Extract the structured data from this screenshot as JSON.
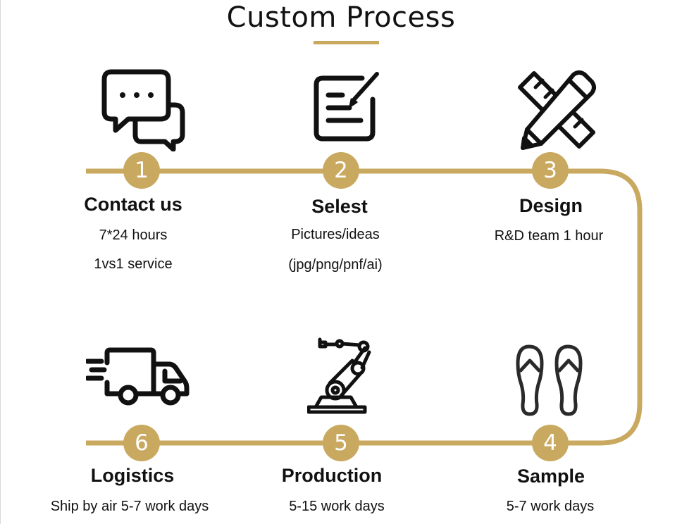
{
  "title": "Custom Process",
  "colors": {
    "accent": "#C9A95F",
    "text": "#111111",
    "icon": "#111111",
    "background": "#ffffff"
  },
  "steps": [
    {
      "number": "1",
      "title": "Contact us",
      "lines": [
        "7*24 hours",
        "1vs1 service"
      ],
      "icon": "chat-bubbles-icon"
    },
    {
      "number": "2",
      "title": "Selest",
      "lines": [
        "Pictures/ideas",
        "(jpg/png/pnf/ai)"
      ],
      "icon": "document-pen-icon"
    },
    {
      "number": "3",
      "title": "Design",
      "lines": [
        "R&D team 1 hour"
      ],
      "icon": "pencil-ruler-icon"
    },
    {
      "number": "4",
      "title": "Sample",
      "lines": [
        "5-7 work days"
      ],
      "icon": "flip-flops-icon"
    },
    {
      "number": "5",
      "title": "Production",
      "lines": [
        "5-15 work days"
      ],
      "icon": "robotic-arm-icon"
    },
    {
      "number": "6",
      "title": "Logistics",
      "lines": [
        "Ship by air 5-7 work days"
      ],
      "icon": "delivery-truck-icon"
    }
  ]
}
